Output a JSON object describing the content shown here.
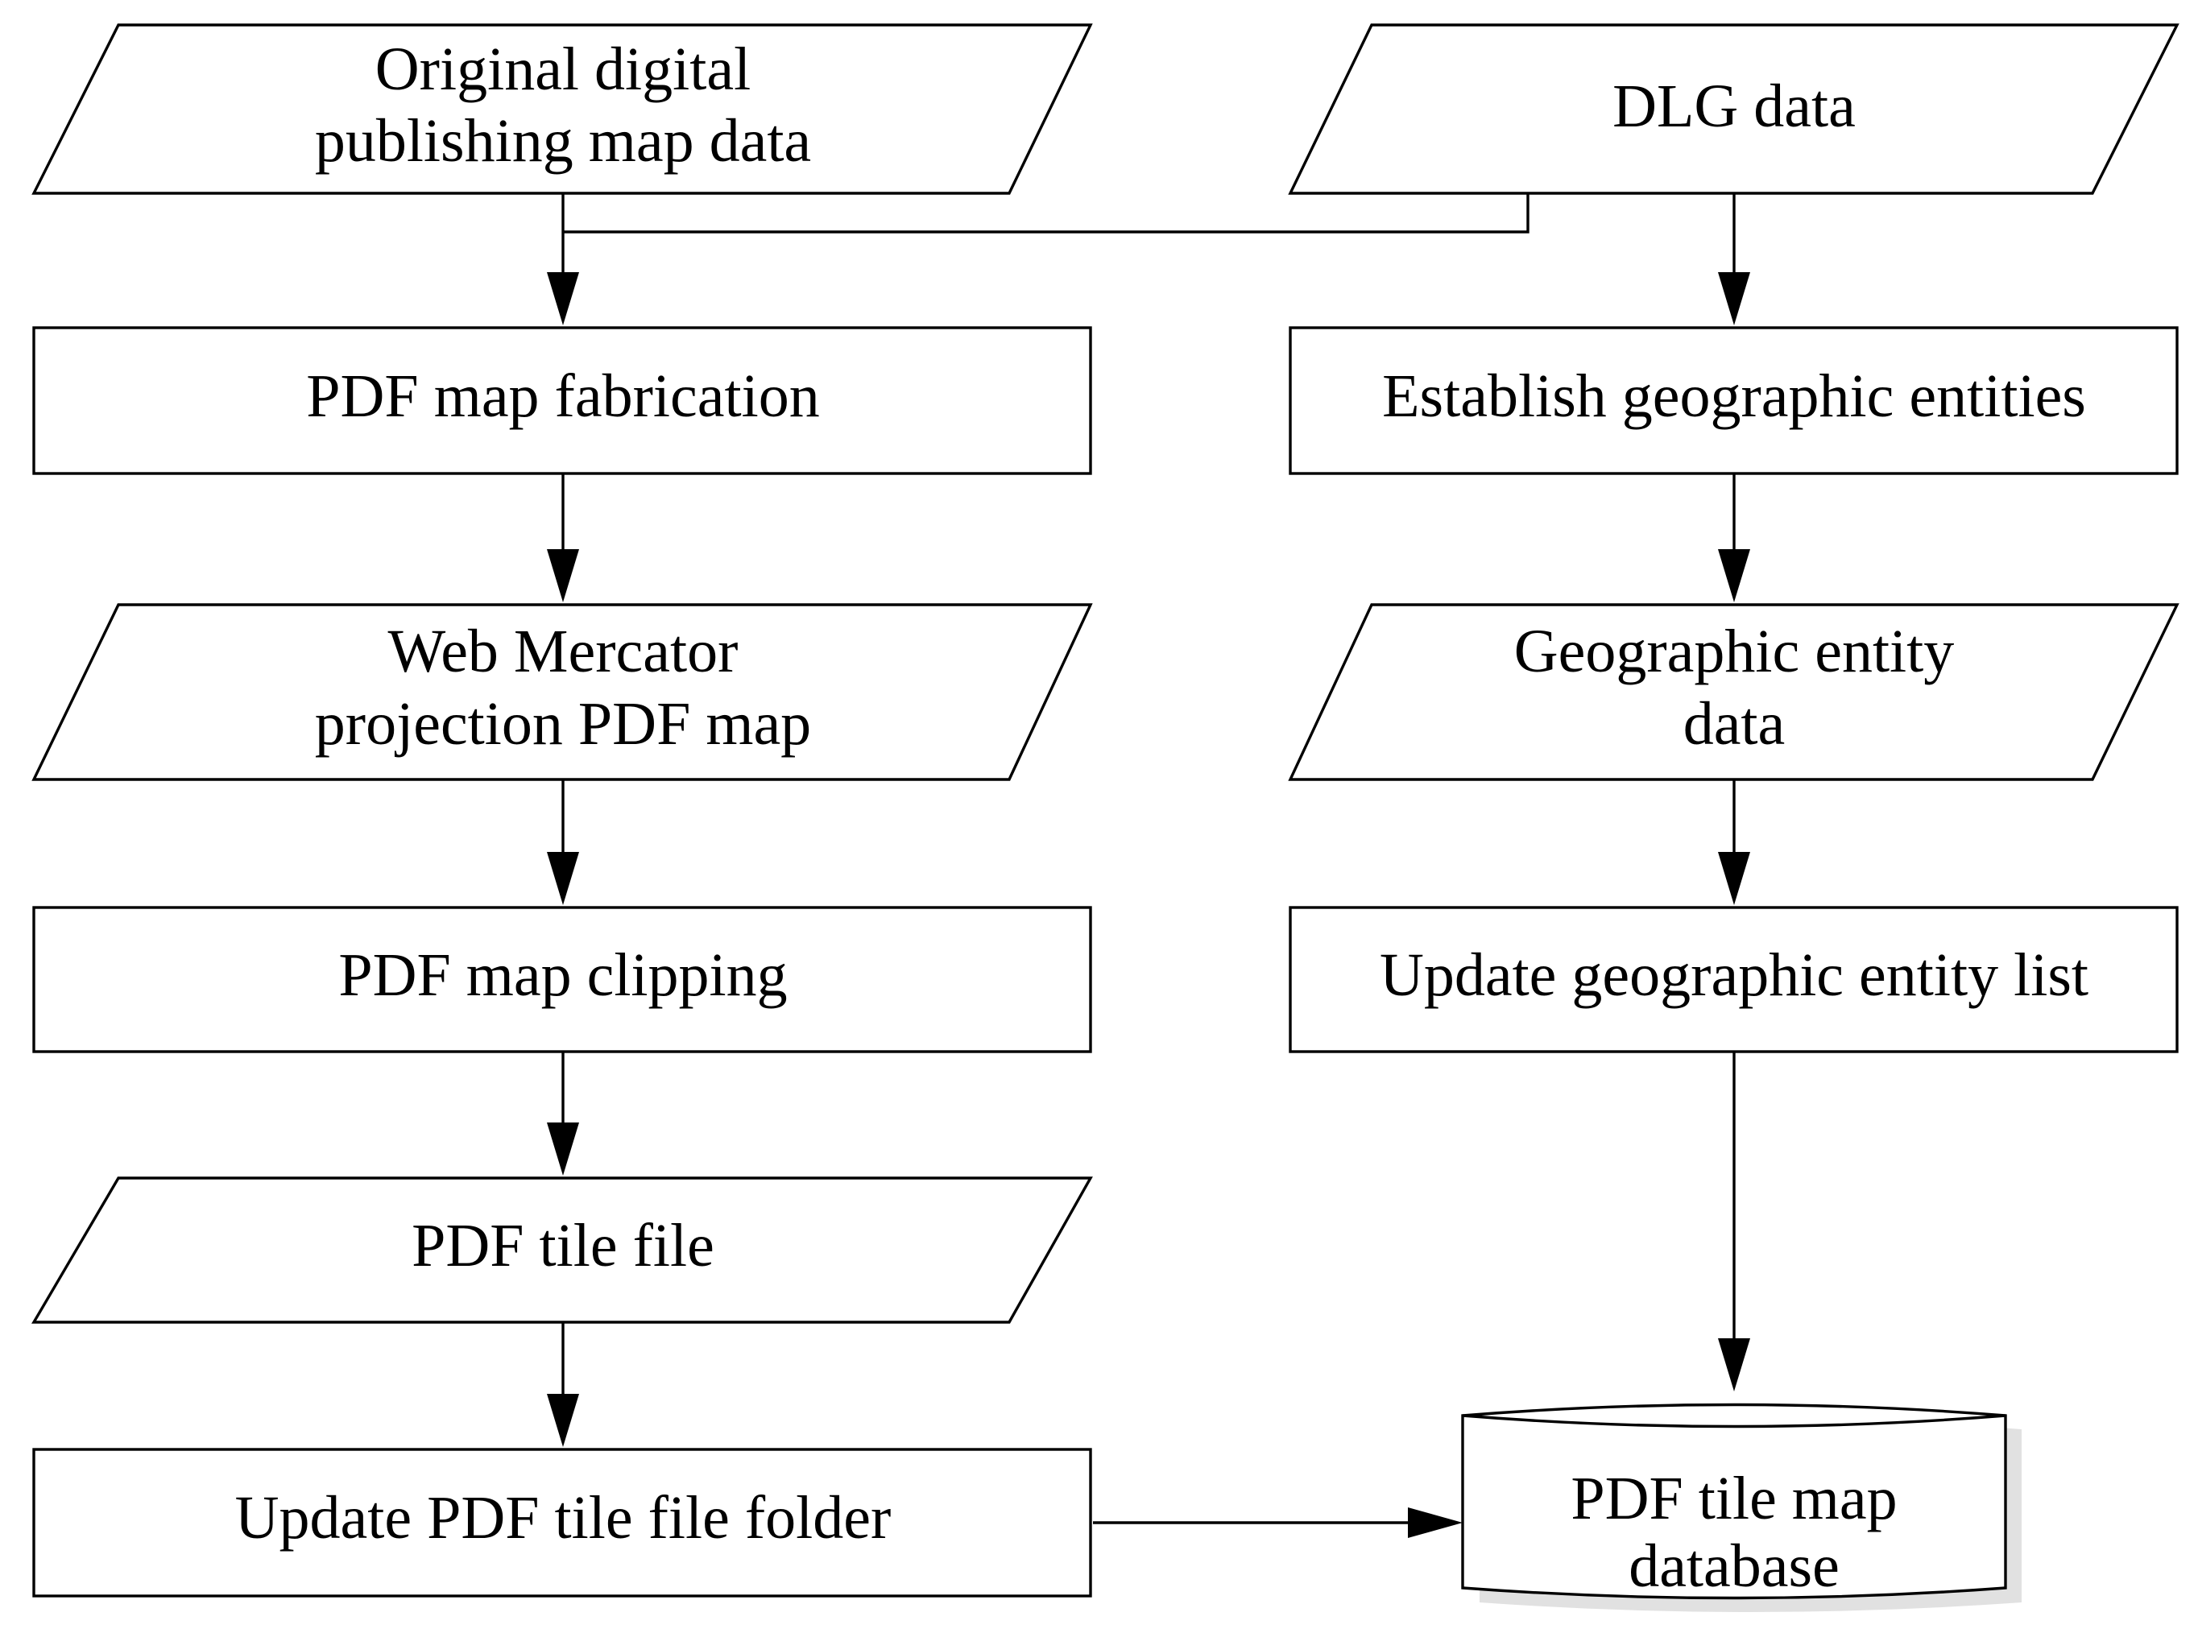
{
  "diagram": {
    "nodes": {
      "original_data": {
        "lines": [
          "Original digital",
          "publishing map data"
        ],
        "shape": "parallelogram"
      },
      "dlg_data": {
        "lines": [
          "DLG data"
        ],
        "shape": "parallelogram"
      },
      "pdf_fabrication": {
        "lines": [
          "PDF map fabrication"
        ],
        "shape": "rectangle"
      },
      "establish_entities": {
        "lines": [
          "Establish geographic entities"
        ],
        "shape": "rectangle"
      },
      "web_mercator": {
        "lines": [
          "Web Mercator",
          "projection PDF map"
        ],
        "shape": "parallelogram"
      },
      "entity_data": {
        "lines": [
          "Geographic entity",
          "data"
        ],
        "shape": "parallelogram"
      },
      "pdf_clipping": {
        "lines": [
          "PDF map clipping"
        ],
        "shape": "rectangle"
      },
      "update_entity_list": {
        "lines": [
          "Update geographic entity list"
        ],
        "shape": "rectangle"
      },
      "tile_file": {
        "lines": [
          "PDF tile file"
        ],
        "shape": "parallelogram"
      },
      "update_folder": {
        "lines": [
          "Update PDF tile file folder"
        ],
        "shape": "rectangle"
      },
      "tile_database": {
        "lines": [
          "PDF tile map",
          "database"
        ],
        "shape": "cylinder"
      }
    },
    "edges": [
      {
        "from": "original_data",
        "to": "pdf_fabrication"
      },
      {
        "from": "dlg_data",
        "to": "pdf_fabrication"
      },
      {
        "from": "dlg_data",
        "to": "establish_entities"
      },
      {
        "from": "pdf_fabrication",
        "to": "web_mercator"
      },
      {
        "from": "web_mercator",
        "to": "pdf_clipping"
      },
      {
        "from": "pdf_clipping",
        "to": "tile_file"
      },
      {
        "from": "tile_file",
        "to": "update_folder"
      },
      {
        "from": "update_folder",
        "to": "tile_database"
      },
      {
        "from": "establish_entities",
        "to": "entity_data"
      },
      {
        "from": "entity_data",
        "to": "update_entity_list"
      },
      {
        "from": "update_entity_list",
        "to": "tile_database"
      }
    ]
  }
}
